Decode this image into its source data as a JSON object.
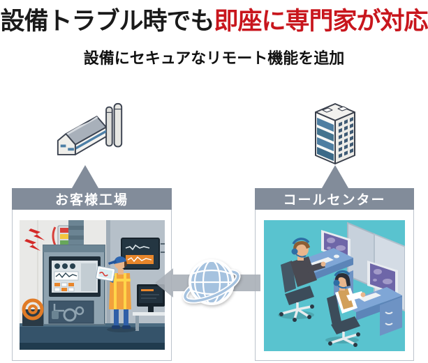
{
  "title": {
    "prefix": "設備トラブル時でも",
    "highlight": "即座に専門家が対応",
    "highlight_color": "#C8161D",
    "text_color": "#1A1A1A"
  },
  "subtitle": "設備にセキュアなリモート機能を追加",
  "panels": {
    "factory": {
      "label": "お客様工場"
    },
    "call_center": {
      "label": "コールセンター"
    }
  },
  "connector": {
    "direction": "right-to-left",
    "arrow_color": "#A9AFB7",
    "globe_color": "#A5C2DF"
  },
  "colors": {
    "header_bar": "#828C9A",
    "panel_border": "#BCC3CC",
    "background": "#FFFFFF",
    "alarm_red": "#D8403A",
    "stack_yellow": "#F3C73F",
    "stack_green": "#68A75B",
    "vest_orange": "#F2A13C",
    "floor_teal": "#59C3CF"
  },
  "icons": {
    "factory-building-icon": "isometric factory shed with two chimneys",
    "office-building-icon": "isometric office tower with glass windows",
    "globe-network-icon": "globe with orbit ring",
    "left-arrow-icon": "wide arrow pointing left",
    "alarm-lightning-icon": "red alert lightning bolts",
    "stack-light-icon": "red yellow green signal tower"
  }
}
